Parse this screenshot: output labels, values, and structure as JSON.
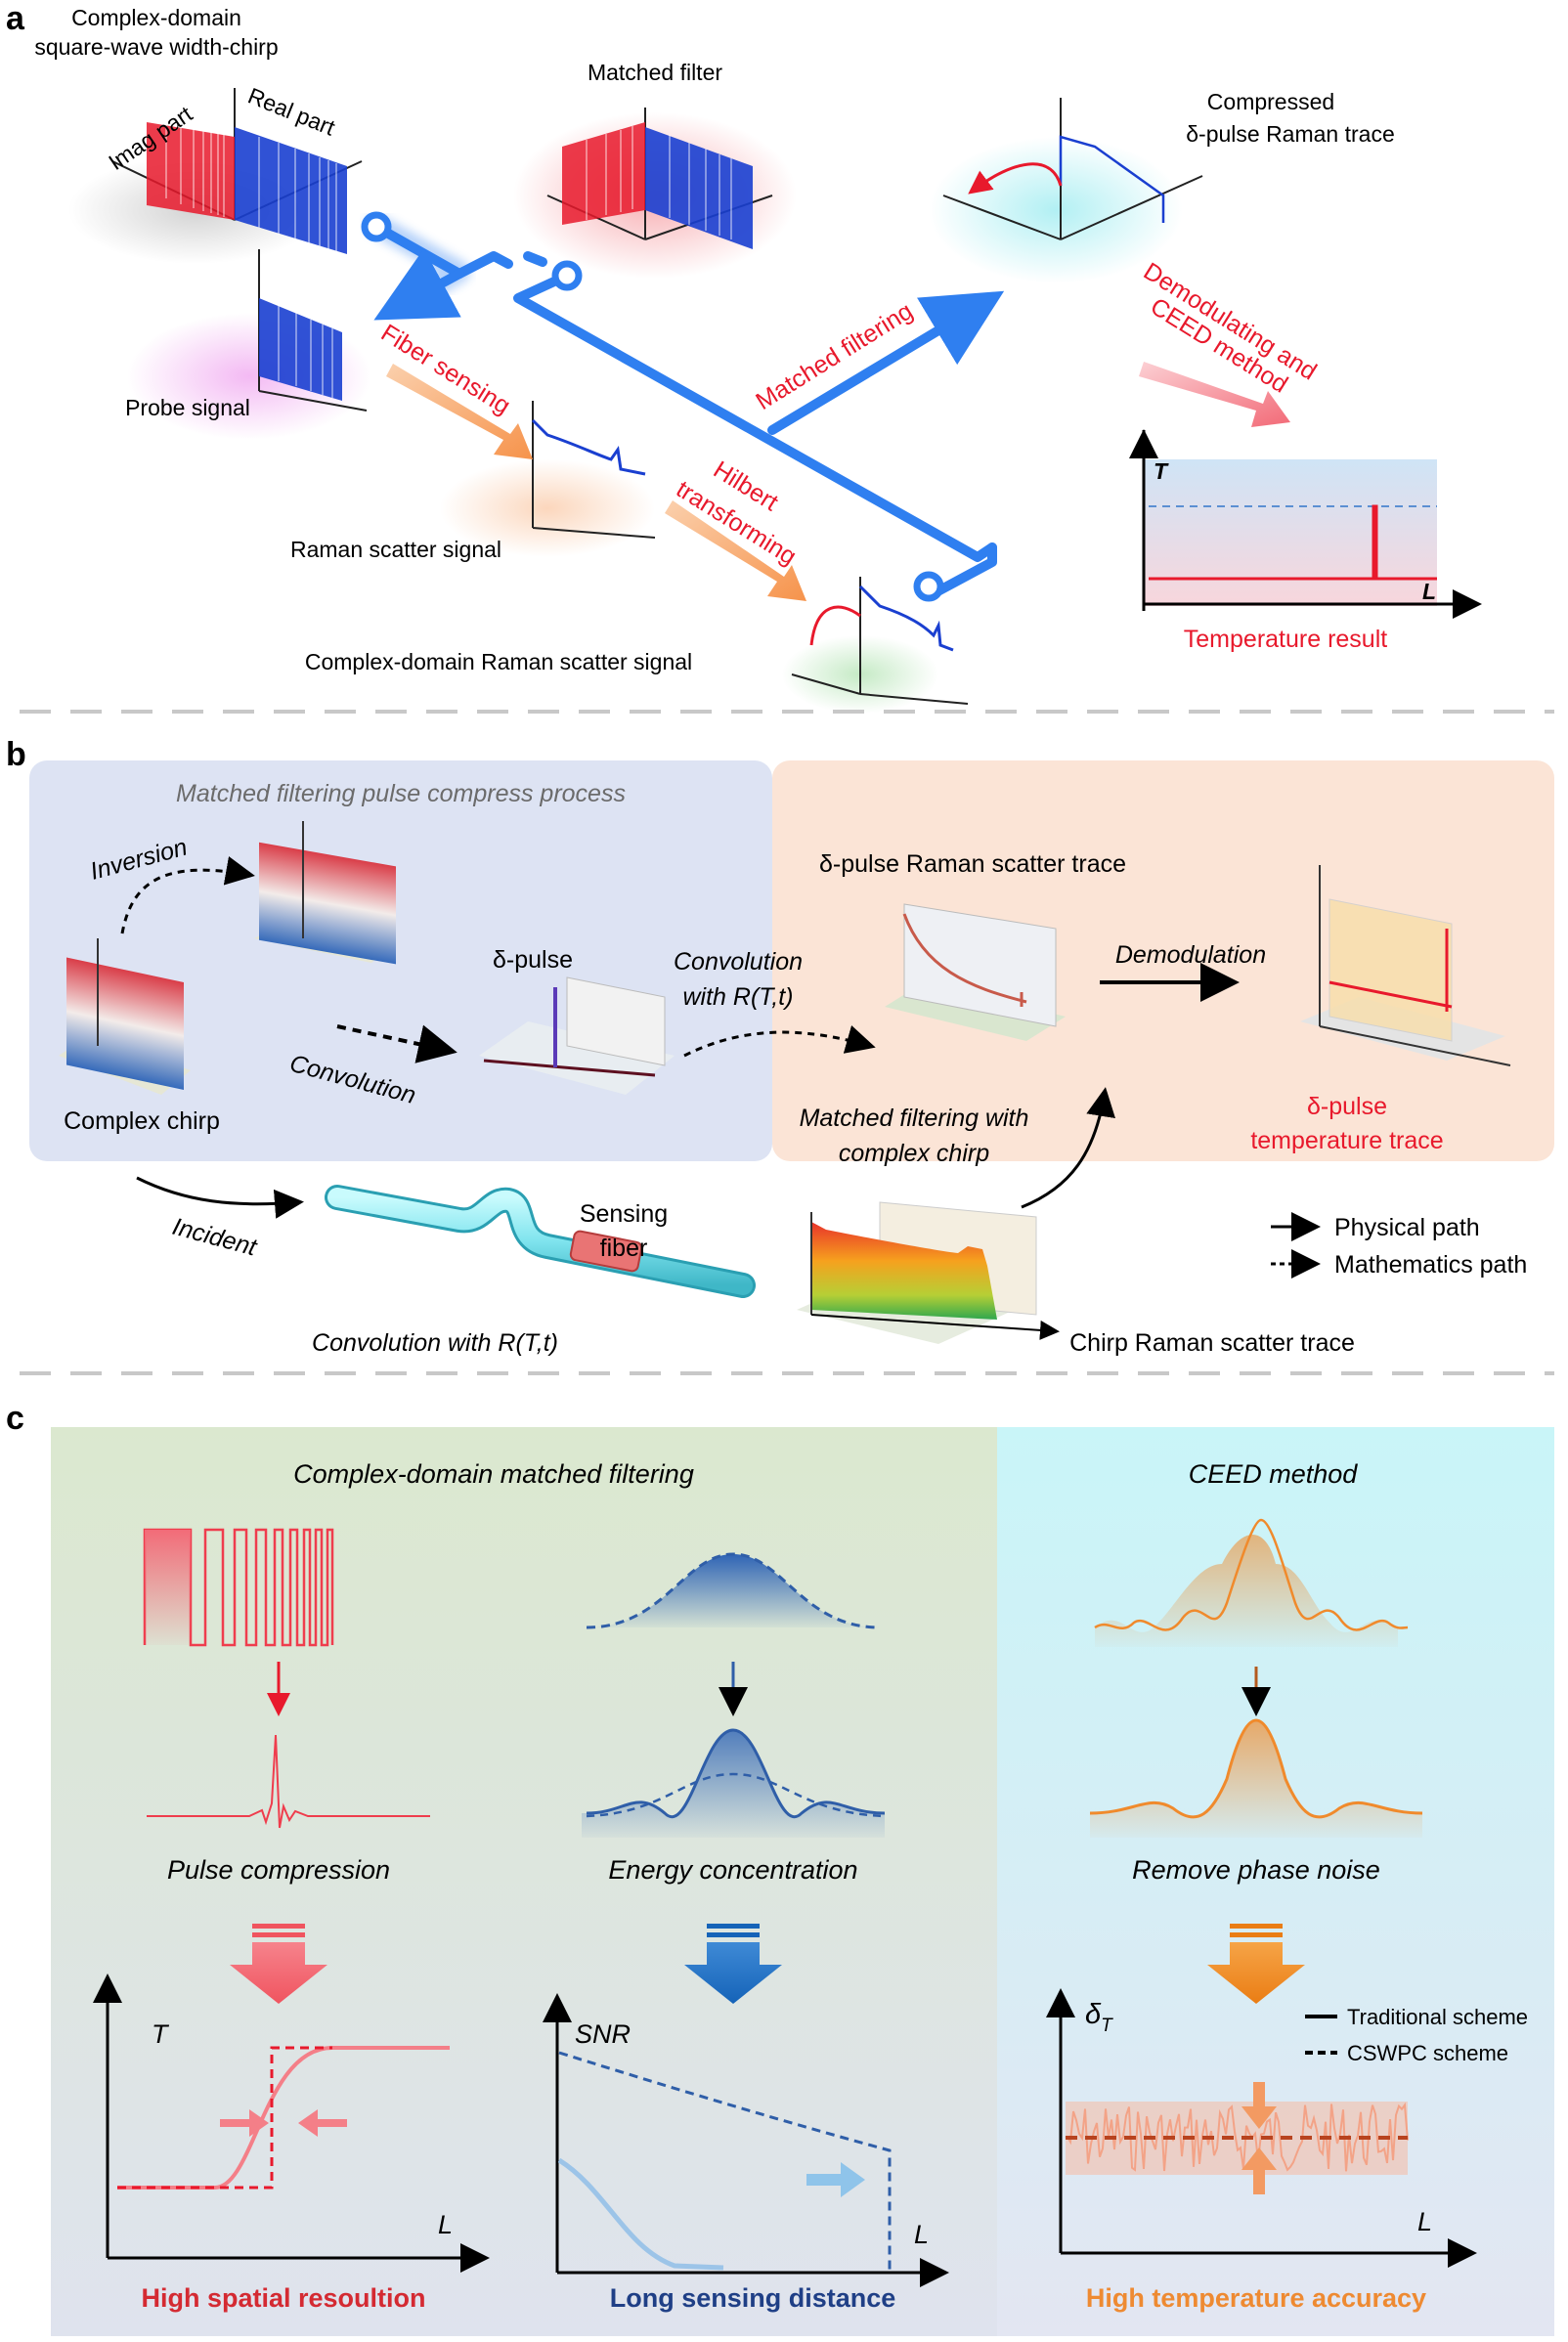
{
  "colors": {
    "red": "#e8192c",
    "blue": "#1a3fd0",
    "path_blue": "#2f7ff0",
    "orange_arrow": "#f7a066",
    "pink_arrow": "#f4707c",
    "navy_arrow": "#1d6ac4",
    "gold_arrow": "#ef8a1d",
    "label_red": "#d42a32",
    "label_navy": "#1f3f86",
    "label_orange": "#ee8a32",
    "panel_b_left": "#dde3f3",
    "panel_b_right": "#fbe4d6",
    "panel_c_left": "#dfe9d6",
    "panel_c_right": "#d4f5f8"
  },
  "panel_a": {
    "letter": "a",
    "source_title_line1": "Complex-domain",
    "source_title_line2": "square-wave width-chirp",
    "imag_part": "Imag part",
    "real_part": "Real part",
    "matched_filter": "Matched filter",
    "compressed_line1": "Compressed",
    "compressed_line2": "δ-pulse Raman trace",
    "probe_signal": "Probe signal",
    "fiber_sensing": "Fiber sensing",
    "matched_filtering": "Matched filtering",
    "demod_line1": "Demodulating and",
    "demod_line2": "CEED method",
    "hilbert_line1": "Hilbert",
    "hilbert_line2": "transforming",
    "raman_scatter": "Raman scatter signal",
    "complex_raman": "Complex-domain Raman scatter signal",
    "temp_axis_t": "T",
    "temp_axis_l": "L",
    "temperature_result": "Temperature result"
  },
  "panel_b": {
    "letter": "b",
    "process_title": "Matched filtering pulse compress process",
    "inversion": "Inversion",
    "delta_pulse": "δ-pulse",
    "convolution": "Convolution",
    "complex_chirp": "Complex chirp",
    "conv_r_line1": "Convolution",
    "conv_r_line2": "with R(T,t)",
    "delta_raman": "δ-pulse Raman scatter trace",
    "demodulation": "Demodulation",
    "mf_line1": "Matched filtering with",
    "mf_line2": "complex chirp",
    "delta_temp_line1": "δ-pulse",
    "delta_temp_line2": "temperature trace",
    "incident": "Incident",
    "sensing_line1": "Sensing",
    "sensing_line2": "fiber",
    "conv_bottom": "Convolution with R(T,t)",
    "chirp_raman": "Chirp Raman scatter trace",
    "legend_physical": "Physical path",
    "legend_math": "Mathematics path"
  },
  "panel_c": {
    "letter": "c",
    "cmf_title": "Complex-domain matched filtering",
    "ceed_title": "CEED method",
    "pulse_compression": "Pulse compression",
    "energy_concentration": "Energy concentration",
    "remove_phase_noise": "Remove phase noise",
    "axis_T": "T",
    "axis_L": "L",
    "axis_SNR": "SNR",
    "axis_delta": "δ",
    "axis_delta_sub": "T",
    "legend_traditional": "Traditional scheme",
    "legend_cswpc": "CSWPC scheme",
    "high_spatial": "High spatial resoultion",
    "long_distance": "Long sensing distance",
    "high_temp": "High temperature accuracy"
  }
}
